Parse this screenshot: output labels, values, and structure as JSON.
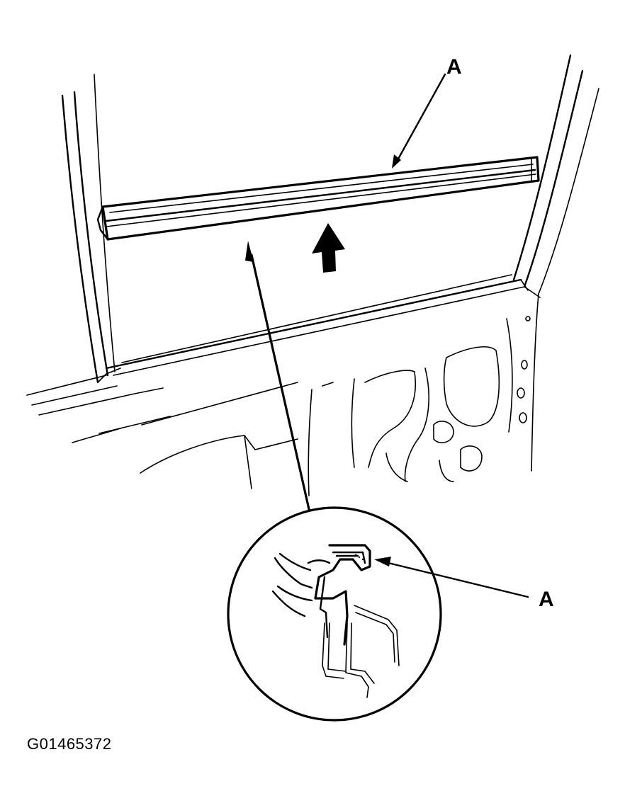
{
  "callouts": {
    "top": "A",
    "inset": "A"
  },
  "figure_id": "G01465372"
}
